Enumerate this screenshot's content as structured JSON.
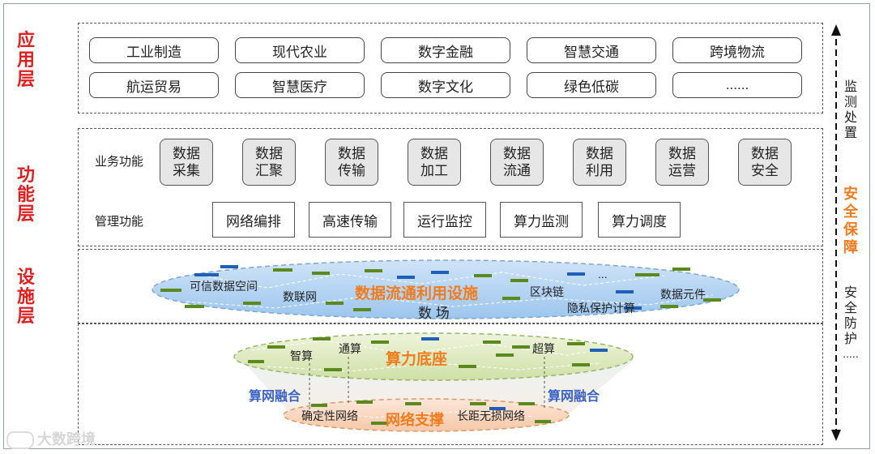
{
  "layers": {
    "app": "应用层",
    "func": "功能层",
    "infra": "设施层"
  },
  "app_items": [
    "工业制造",
    "现代农业",
    "数字金融",
    "智慧交通",
    "跨境物流",
    "航运贸易",
    "智慧医疗",
    "数字文化",
    "绿色低碳",
    "......"
  ],
  "func": {
    "biz_label": "业务功能",
    "mgmt_label": "管理功能",
    "biz_items": [
      "数据采集",
      "数据汇聚",
      "数据传输",
      "数据加工",
      "数据流通",
      "数据利用",
      "数据运营",
      "数据安全"
    ],
    "mgmt_items": [
      "网络编排",
      "高速传输",
      "运行监控",
      "算力监测",
      "算力调度"
    ]
  },
  "data_field": {
    "title": "数据流通利用设施",
    "subtitle": "数 场",
    "labels": [
      "可信数据空间",
      "数联网",
      "区块链",
      "隐私保护计算",
      "数据元件",
      "..."
    ]
  },
  "compute": {
    "title": "算力底座",
    "labels": [
      "智算",
      "通算",
      "超算"
    ]
  },
  "fusion": {
    "left": "算网融合",
    "right": "算网融合"
  },
  "network": {
    "title": "网络支撑",
    "labels": [
      "确定性网络",
      "长距无损网络"
    ]
  },
  "side": {
    "monitor": "监测处置",
    "security": "安全保障",
    "defense": "安全防护",
    "more": "....."
  },
  "watermark": "大数跨境",
  "colors": {
    "layer_label": "#e02020",
    "accent": "#f07c1e",
    "fusion": "#3a62c4",
    "bar_green": "#5a8a1e",
    "bar_blue": "#1f5fb5"
  }
}
